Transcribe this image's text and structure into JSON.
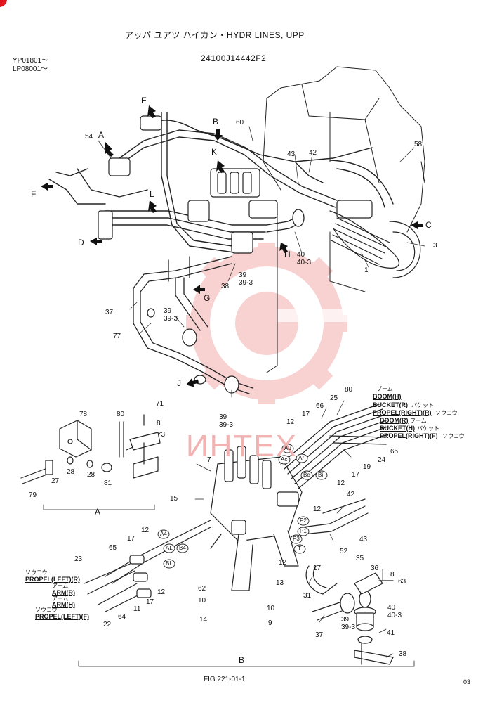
{
  "header": {
    "title": "アッパ ユアツ ハイカン・HYDR LINES, UPP",
    "part_no": "24100J14442F2",
    "serial_1": "YP01801～",
    "serial_2": "LP08001～"
  },
  "footer": {
    "fig": "FIG 221-01-1",
    "page": "03"
  },
  "watermark": {
    "text": "ИНТЕХ",
    "color": "#f2b2b2"
  },
  "arrow_labels": [
    "A",
    "B",
    "C",
    "D",
    "E",
    "F",
    "G",
    "H",
    "J",
    "K",
    "L"
  ],
  "section_labels": {
    "a": "A",
    "b": "B"
  },
  "callouts": {
    "n1": "1",
    "n3": "3",
    "n7": "7",
    "n8a": "8",
    "n8b": "8",
    "n9": "9",
    "n10a": "10",
    "n10b": "10",
    "n11": "11",
    "n12a": "12",
    "n12b": "12",
    "n12c": "12",
    "n12d": "12",
    "n12e": "12",
    "n12f": "12",
    "n13": "13",
    "n14": "14",
    "n15": "15",
    "n17a": "17",
    "n17b": "17",
    "n17c": "17",
    "n17d": "17",
    "n17e": "17",
    "n19": "19",
    "n22": "22",
    "n23": "23",
    "n24": "24",
    "n25": "25",
    "n27": "27",
    "n28a": "28",
    "n28b": "28",
    "n31": "31",
    "n35": "35",
    "n36": "36",
    "n37a": "37",
    "n37b": "37",
    "n38a": "38",
    "n38b": "38",
    "n39a": "39",
    "n39_3a": "39-3",
    "n39b": "39",
    "n39_3b": "39-3",
    "n39c": "39",
    "n39_3c": "39-3",
    "n39d": "39",
    "n39_3d": "39-3",
    "n40a": "40",
    "n40_3a": "40-3",
    "n40b": "40",
    "n40_3b": "40-3",
    "n41": "41",
    "n42a": "42",
    "n42b": "42",
    "n43a": "43",
    "n43b": "43",
    "n52": "52",
    "n54": "54",
    "n58": "58",
    "n60": "60",
    "n62": "62",
    "n63": "63",
    "n64": "64",
    "n65a": "65",
    "n65b": "65",
    "n66": "66",
    "n71": "71",
    "n73": "73",
    "n77": "77",
    "n78": "78",
    "n79": "79",
    "n80a": "80",
    "n80b": "80",
    "n81": "81"
  },
  "ports": {
    "au": "Au",
    "ac": "Ac",
    "ar": "Ar",
    "bc": "Bc",
    "bi": "Bi",
    "a4": "A4",
    "al": "AL",
    "b4": "B4",
    "bl": "BL",
    "p2": "P2",
    "p1": "P1",
    "p3": "P3",
    "t": "T"
  },
  "line_labels": {
    "boom_h_jp": "ブーム",
    "boom_h": "BOOM(H)",
    "bucket_r": "BUCKET(R)",
    "bucket_r_jp": "バケット",
    "propel_right_r": "PROPEL(RIGHT)(R)",
    "propel_right_r_jp": "ソウコウ",
    "boom_r": "BOOM(R)",
    "boom_r_jp": "ブーム",
    "bucket_h": "BUCKET(H)",
    "bucket_h_jp": "バケット",
    "propel_right_f": "PROPEL(RIGHT)(F)",
    "propel_right_f_jp": "ソウコウ",
    "propel_left_r_jp": "ソウコウ",
    "propel_left_r": "PROPEL(LEFT)(R)",
    "arm_r_jp": "アーム",
    "arm_r": "ARM(R)",
    "arm_h_jp": "アーム",
    "arm_h": "ARM(H)",
    "propel_left_f_jp": "ソウコウ",
    "propel_left_f": "PROPEL(LEFT)(F)"
  }
}
